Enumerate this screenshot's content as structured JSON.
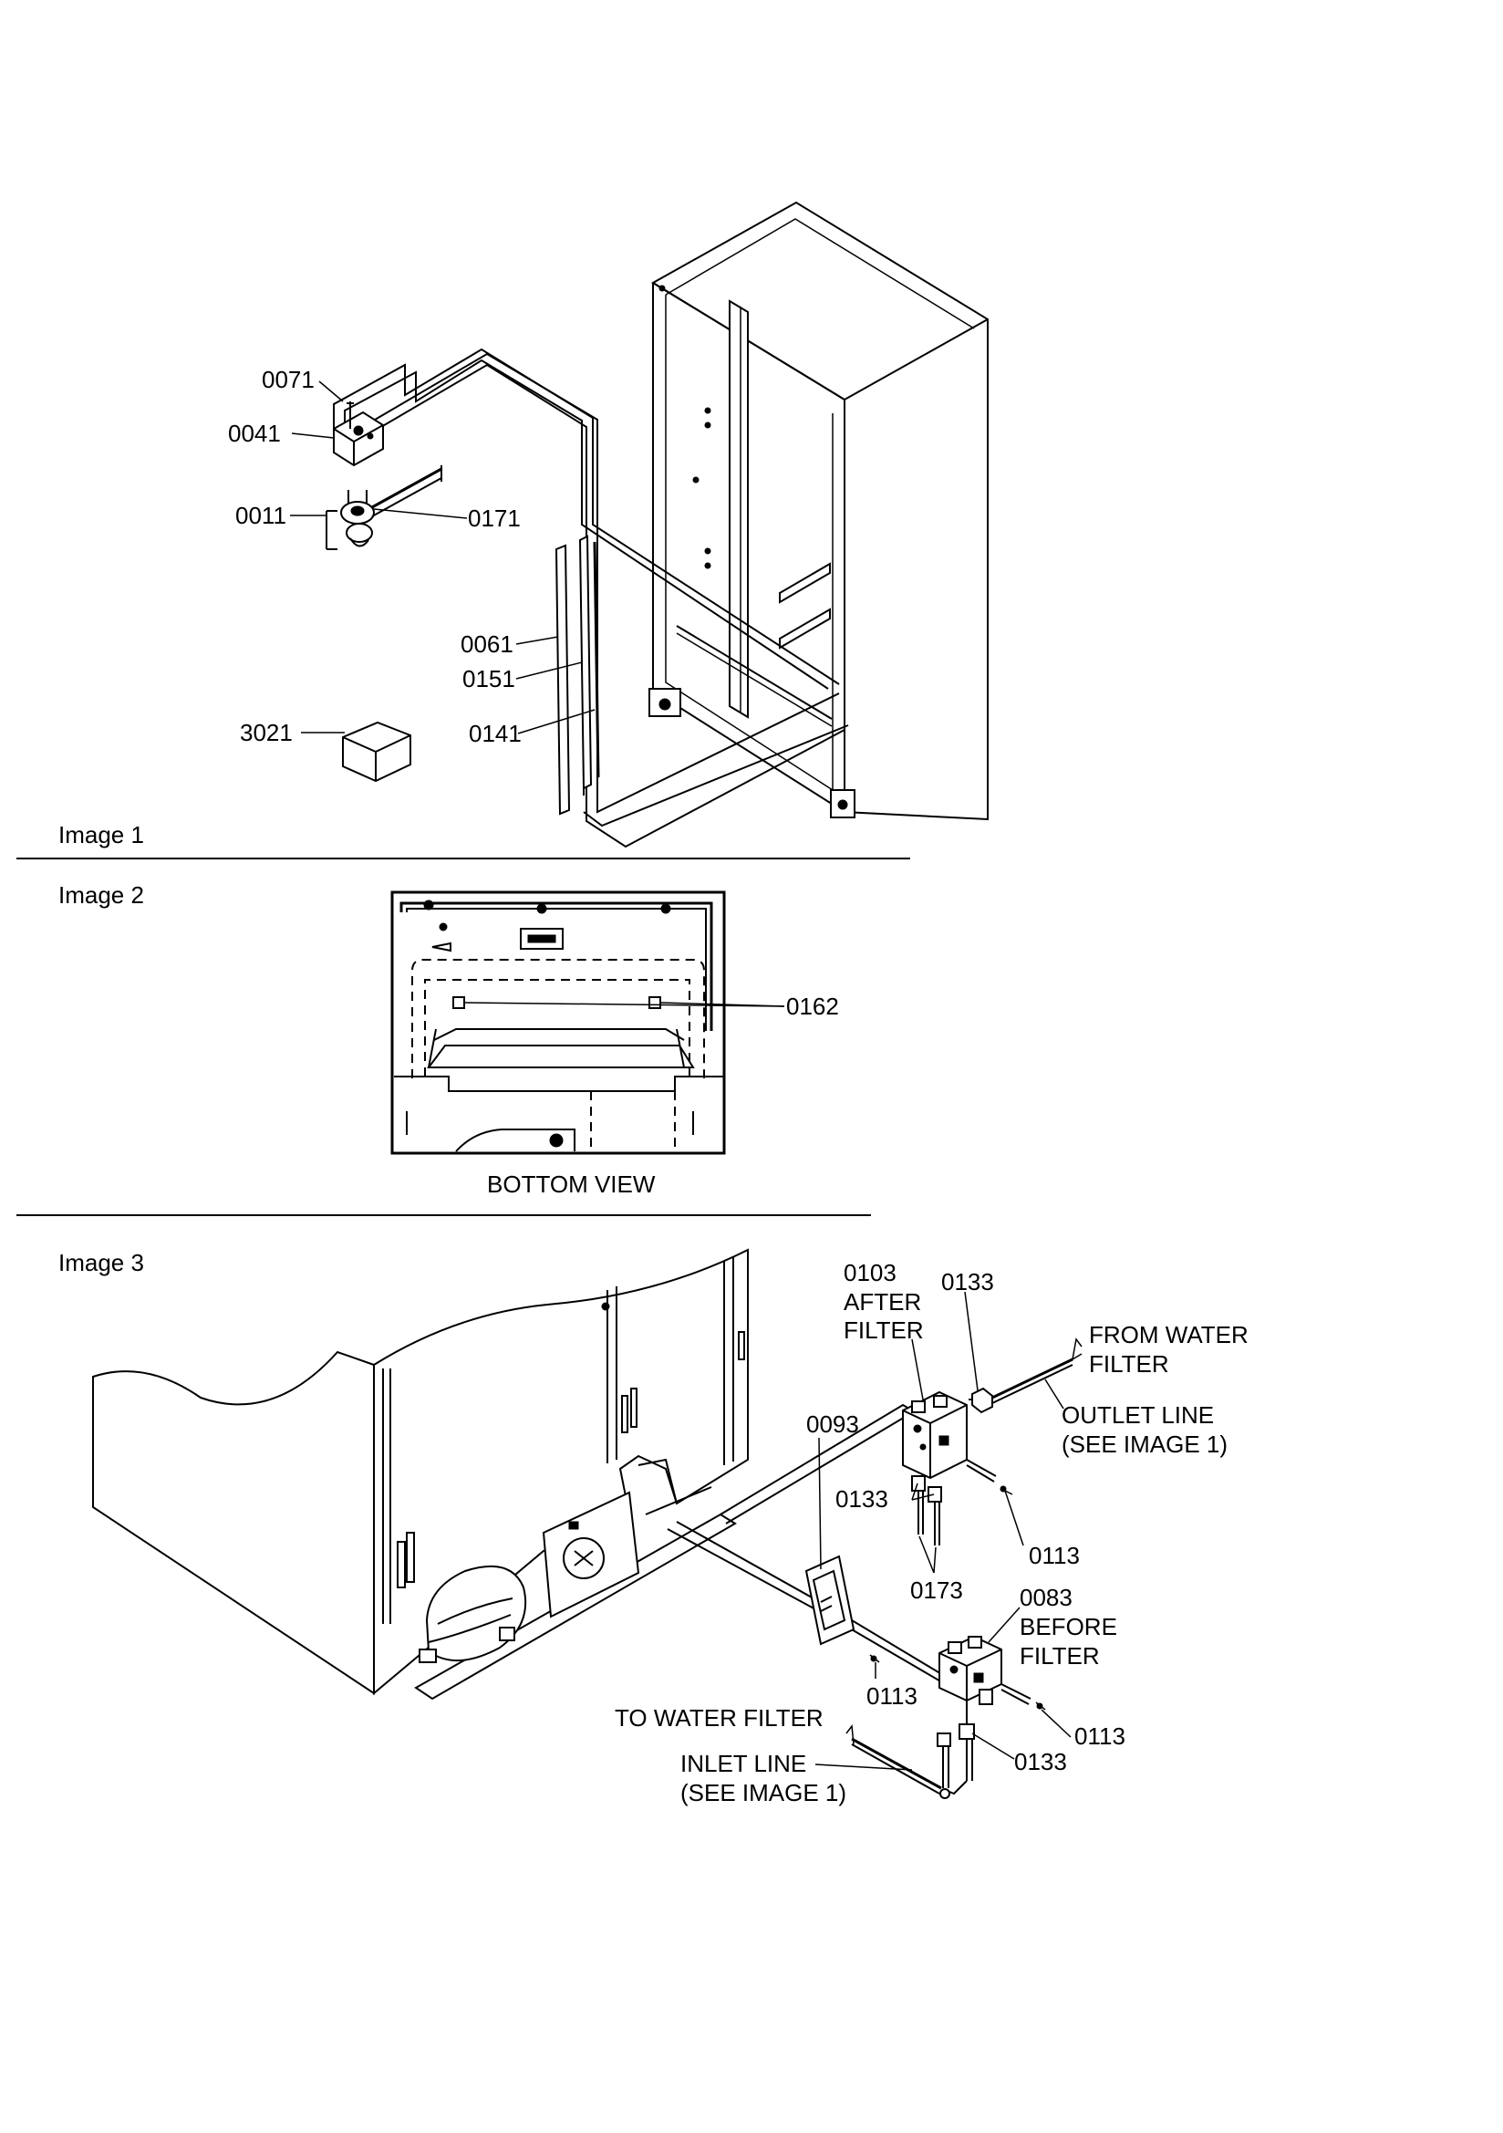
{
  "captions": {
    "image1": "Image 1",
    "image2": "Image 2",
    "image3": "Image 3",
    "bottom_view": "BOTTOM VIEW"
  },
  "image1_labels": {
    "p0071": "0071",
    "p0041": "0041",
    "p0011": "0011",
    "p0171": "0171",
    "p0061": "0061",
    "p0151": "0151",
    "p0141": "0141",
    "p3021": "3021"
  },
  "image2_labels": {
    "p0162": "0162"
  },
  "image3_labels": {
    "p0103": "0103",
    "after_filter_1": "AFTER",
    "after_filter_2": "FILTER",
    "p0133_top": "0133",
    "from_water_filter_1": "FROM WATER",
    "from_water_filter_2": "FILTER",
    "outlet_line_1": "OUTLET LINE",
    "outlet_line_2": "(SEE IMAGE 1)",
    "p0093": "0093",
    "p0133_mid": "0133",
    "p0113_right": "0113",
    "p0173": "0173",
    "p0083": "0083",
    "before_filter_1": "BEFORE",
    "before_filter_2": "FILTER",
    "p0113_left": "0113",
    "to_water_filter": "TO WATER FILTER",
    "p0113_low": "0113",
    "inlet_line_1": "INLET LINE",
    "inlet_line_2": "(SEE IMAGE 1)",
    "p0133_low": "0133"
  }
}
